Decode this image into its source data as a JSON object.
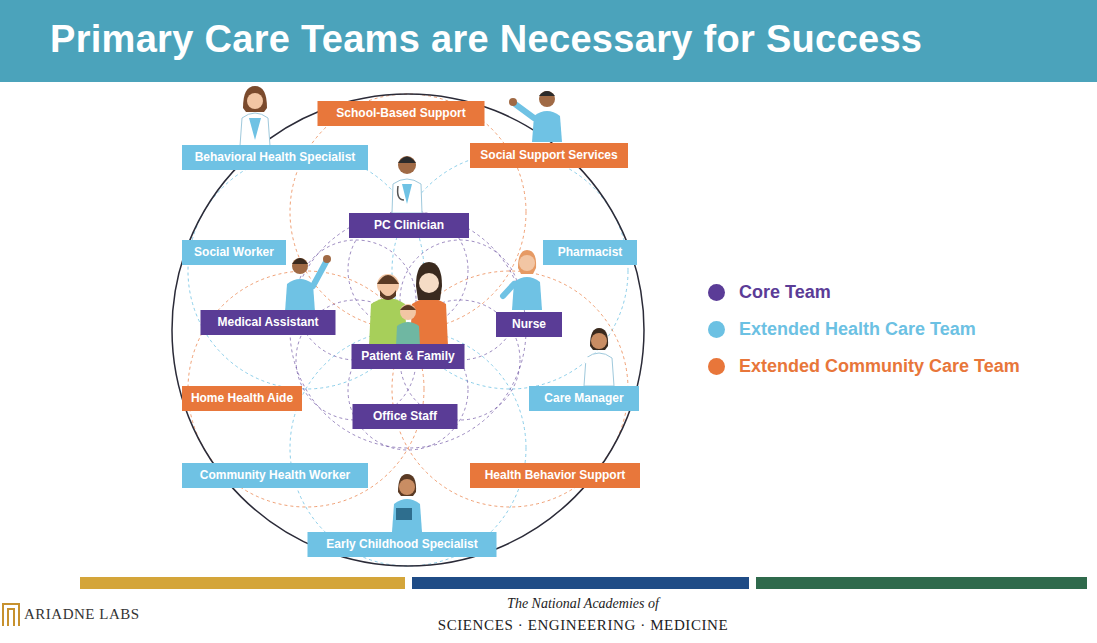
{
  "diagram": {
    "title": "Primary Care Teams are Necessary for Success",
    "nodes": [
      {
        "text": [
          "School-Based Support"
        ]
      },
      {
        "text": [
          "Behavioral Health Specialist"
        ]
      },
      {
        "text": [
          "Social Support Services"
        ]
      },
      {
        "text": [
          "PC Clinician"
        ]
      },
      {
        "text": [
          "Social Worker"
        ]
      },
      {
        "text": [
          "Pharmacist"
        ]
      },
      {
        "text": [
          "Medical Assistant"
        ]
      },
      {
        "text": [
          "Nurse"
        ]
      },
      {
        "text": [
          "Patient & Family"
        ]
      },
      {
        "text": [
          "Home Health Aide"
        ]
      },
      {
        "text": [
          "Care Manager"
        ]
      },
      {
        "text": [
          "Office Staff"
        ]
      },
      {
        "text": [
          "Community Health Worker"
        ]
      },
      {
        "text": [
          "Health Behavior Support"
        ]
      },
      {
        "text": [
          "Early Childhood Specialist"
        ]
      }
    ],
    "labels": [
      "ARIADNE LABS",
      "The National Academies of",
      "SCIENCES · ENGINEERING · MEDICINE"
    ],
    "legend": [
      {
        "text": "Core Team",
        "color": "#5b3c97"
      },
      {
        "text": "Extended Health Care Team",
        "color": "#6cc1e3"
      },
      {
        "text": "Extended Community Care Team",
        "color": "#e8763a"
      }
    ]
  }
}
